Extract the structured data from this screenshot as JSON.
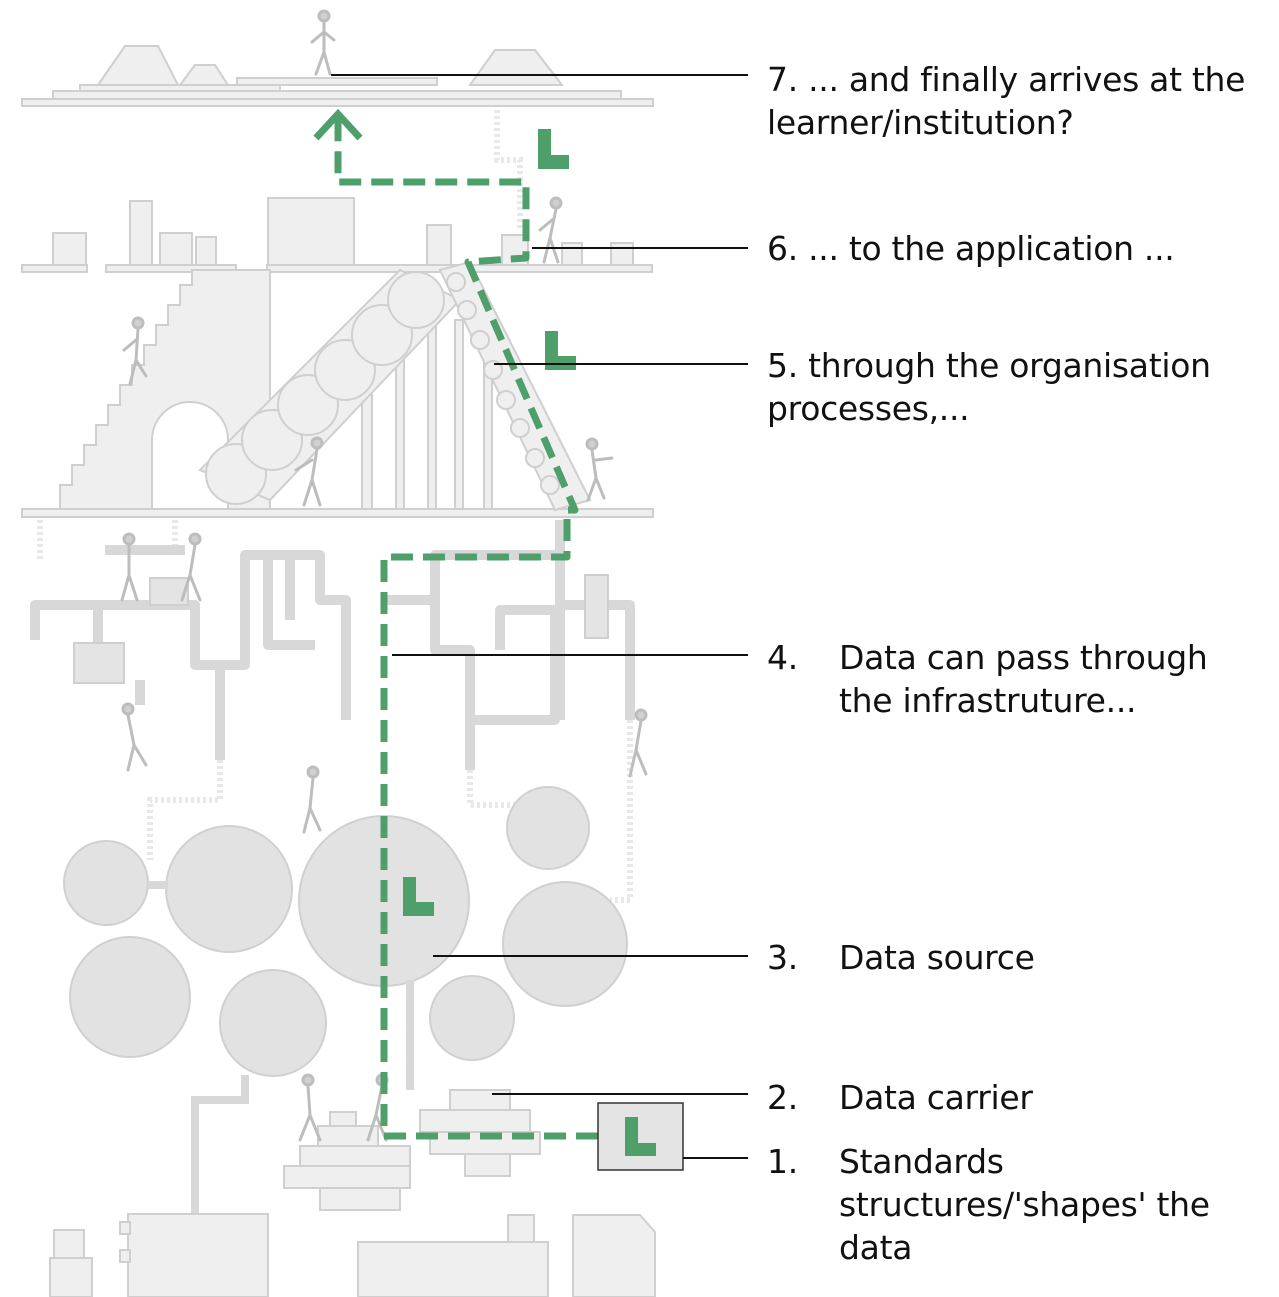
{
  "colors": {
    "accent_green": "#4f9f6a",
    "machine_grey": "#e2e2e2",
    "machine_stroke": "#cfcfcf",
    "leader_line": "#111111"
  },
  "icons": {
    "standard_marker": "l-shape-icon"
  },
  "steps": [
    {
      "number": "7.",
      "text": "... and finally arrives at the learner/institution?"
    },
    {
      "number": "6.",
      "text": "... to the application ..."
    },
    {
      "number": "5.",
      "text": "through the organisation processes,..."
    },
    {
      "number": "4.",
      "text": "Data can pass through the infrastruture..."
    },
    {
      "number": "3.",
      "text": "Data source"
    },
    {
      "number": "2.",
      "text": "Data carrier"
    },
    {
      "number": "1.",
      "text": "Standards structures/'shapes' the data"
    }
  ],
  "step_lines": {
    "s7_line1": "7. ... and finally arrives at the",
    "s7_line2": "learner/institution?",
    "s6_line1": "6. ... to the application ...",
    "s5_line1": "5. through the organisation",
    "s5_line2": "processes,...",
    "s4_number": "4.",
    "s4_line1": "Data can pass through",
    "s4_line2": "the infrastruture...",
    "s3_number": "3.",
    "s3_line1": "Data source",
    "s2_number": "2.",
    "s2_line1": "Data carrier",
    "s1_number": "1.",
    "s1_line1": "Standards",
    "s1_line2": "structures/'shapes' the",
    "s1_line3": "data"
  }
}
